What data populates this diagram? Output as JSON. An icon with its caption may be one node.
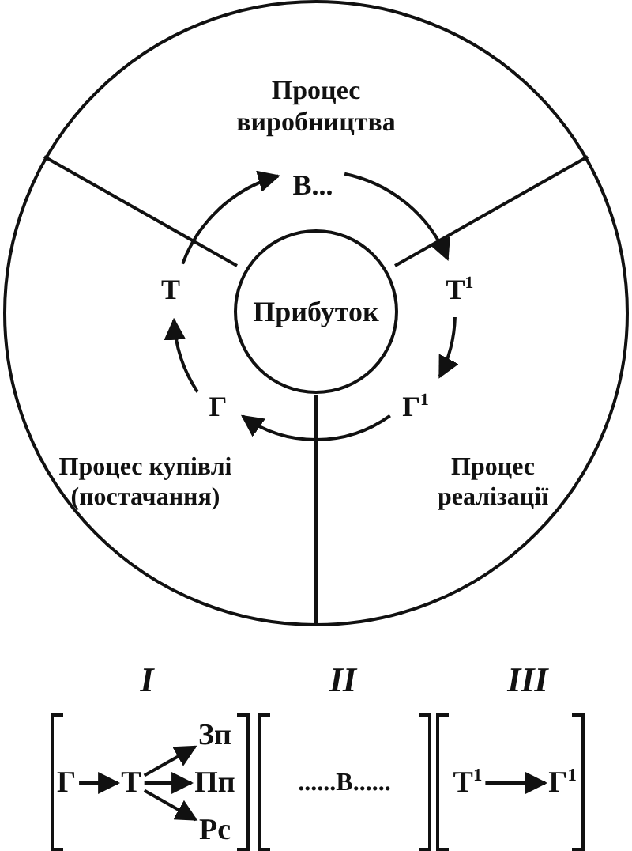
{
  "diagram": {
    "nodes": [
      {
        "text": [
          "Прибуток"
        ]
      },
      {
        "text": [
          "В..."
        ]
      },
      {
        "text": [
          "Т$^{1}$"
        ]
      },
      {
        "text": [
          "Г$^{1}$"
        ]
      },
      {
        "text": [
          "Г"
        ]
      },
      {
        "text": [
          "Т"
        ]
      },
      {
        "text": [
          "Г"
        ]
      },
      {
        "text": [
          "Т"
        ]
      },
      {
        "text": [
          "Зп"
        ]
      },
      {
        "text": [
          "Пп"
        ]
      },
      {
        "text": [
          "Рс"
        ]
      },
      {
        "text": [
          "Т$^{1}$"
        ]
      },
      {
        "text": [
          "Г$^{1}$"
        ]
      }
    ],
    "edges": [
      {
        "from": 5,
        "to": 1,
        "arrow": "to"
      },
      {
        "from": 1,
        "to": 2,
        "arrow": "to"
      },
      {
        "from": 2,
        "to": 3,
        "arrow": "to"
      },
      {
        "from": 3,
        "to": 4,
        "arrow": "to"
      },
      {
        "from": 4,
        "to": 5,
        "arrow": "to"
      },
      {
        "from": 6,
        "to": 7,
        "arrow": "to"
      },
      {
        "from": 7,
        "to": 8,
        "arrow": "to"
      },
      {
        "from": 7,
        "to": 9,
        "arrow": "to"
      },
      {
        "from": 7,
        "to": 10,
        "arrow": "to"
      },
      {
        "from": 11,
        "to": 12,
        "arrow": "to"
      }
    ],
    "labels": [
      "Процес виробництва",
      "Процес купівлі (постачання)",
      "Процес реалізації",
      "I",
      "II",
      "III",
      "......В......"
    ]
  }
}
